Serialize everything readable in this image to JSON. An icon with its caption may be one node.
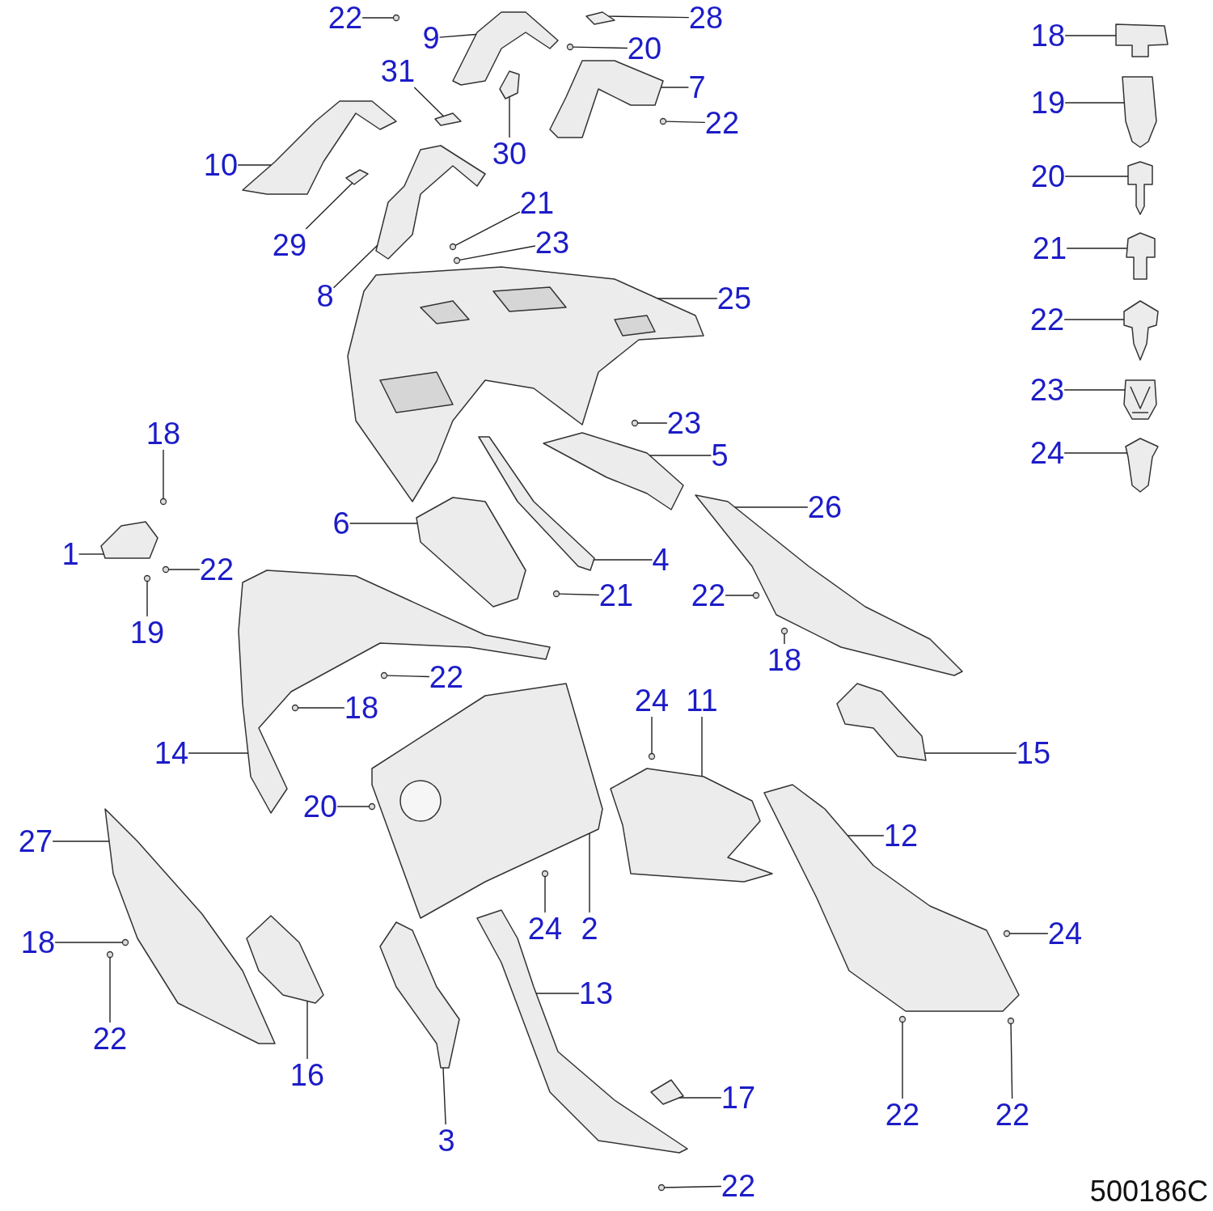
{
  "diagram": {
    "nodes": [
      {
        "text": [
          "22"
        ]
      },
      {
        "text": [
          "9"
        ]
      },
      {
        "text": [
          "28"
        ]
      },
      {
        "text": [
          "20"
        ]
      },
      {
        "text": [
          "31"
        ]
      },
      {
        "text": [
          "7"
        ]
      },
      {
        "text": [
          "22"
        ]
      },
      {
        "text": [
          "30"
        ]
      },
      {
        "text": [
          "10"
        ]
      },
      {
        "text": [
          "29"
        ]
      },
      {
        "text": [
          "21"
        ]
      },
      {
        "text": [
          "23"
        ]
      },
      {
        "text": [
          "8"
        ]
      },
      {
        "text": [
          "25"
        ]
      },
      {
        "text": [
          "23"
        ]
      },
      {
        "text": [
          "5"
        ]
      },
      {
        "text": [
          "18"
        ]
      },
      {
        "text": [
          "1"
        ]
      },
      {
        "text": [
          "22"
        ]
      },
      {
        "text": [
          "19"
        ]
      },
      {
        "text": [
          "6"
        ]
      },
      {
        "text": [
          "4"
        ]
      },
      {
        "text": [
          "21"
        ]
      },
      {
        "text": [
          "26"
        ]
      },
      {
        "text": [
          "22"
        ]
      },
      {
        "text": [
          "18"
        ]
      },
      {
        "text": [
          "22"
        ]
      },
      {
        "text": [
          "18"
        ]
      },
      {
        "text": [
          "14"
        ]
      },
      {
        "text": [
          "24"
        ]
      },
      {
        "text": [
          "11"
        ]
      },
      {
        "text": [
          "15"
        ]
      },
      {
        "text": [
          "20"
        ]
      },
      {
        "text": [
          "27"
        ]
      },
      {
        "text": [
          "12"
        ]
      },
      {
        "text": [
          "24"
        ]
      },
      {
        "text": [
          "2"
        ]
      },
      {
        "text": [
          "24"
        ]
      },
      {
        "text": [
          "18"
        ]
      },
      {
        "text": [
          "22"
        ]
      },
      {
        "text": [
          "13"
        ]
      },
      {
        "text": [
          "16"
        ]
      },
      {
        "text": [
          "3"
        ]
      },
      {
        "text": [
          "17"
        ]
      },
      {
        "text": [
          "22"
        ]
      },
      {
        "text": [
          "22"
        ]
      },
      {
        "text": [
          "22"
        ]
      },
      {
        "text": [
          "18"
        ]
      },
      {
        "text": [
          "19"
        ]
      },
      {
        "text": [
          "20"
        ]
      },
      {
        "text": [
          "21"
        ]
      },
      {
        "text": [
          "22"
        ]
      },
      {
        "text": [
          "23"
        ]
      },
      {
        "text": [
          "24"
        ]
      },
      {
        "text": [],
        "shape": "circle"
      },
      {
        "text": [],
        "shape": "picture"
      },
      {
        "text": [],
        "shape": "picture"
      },
      {
        "text": [],
        "shape": "circle"
      },
      {
        "text": [],
        "shape": "picture"
      },
      {
        "text": [],
        "shape": "picture"
      },
      {
        "text": [],
        "shape": "circle"
      },
      {
        "text": [],
        "shape": "picture"
      },
      {
        "text": [],
        "shape": "picture"
      },
      {
        "text": [],
        "shape": "picture"
      },
      {
        "text": [],
        "shape": "circle"
      },
      {
        "text": [],
        "shape": "circle"
      },
      {
        "text": [],
        "shape": "picture"
      },
      {
        "text": [],
        "shape": "picture"
      },
      {
        "text": [],
        "shape": "circle"
      },
      {
        "text": [],
        "shape": "picture"
      },
      {
        "text": [],
        "shape": "circle"
      },
      {
        "text": [],
        "shape": "picture"
      },
      {
        "text": [],
        "shape": "circle"
      },
      {
        "text": [],
        "shape": "circle"
      },
      {
        "text": [],
        "shape": "picture"
      },
      {
        "text": [],
        "shape": "picture"
      },
      {
        "text": [],
        "shape": "circle"
      },
      {
        "text": [],
        "shape": "picture"
      },
      {
        "text": [],
        "shape": "circle"
      },
      {
        "text": [],
        "shape": "circle"
      },
      {
        "text": [],
        "shape": "circle"
      },
      {
        "text": [],
        "shape": "circle"
      },
      {
        "text": [],
        "shape": "picture"
      },
      {
        "text": [],
        "shape": "circle"
      },
      {
        "text": [],
        "shape": "picture"
      },
      {
        "text": [],
        "shape": "picture"
      },
      {
        "text": [],
        "shape": "circle"
      },
      {
        "text": [],
        "shape": "picture"
      },
      {
        "text": [],
        "shape": "picture"
      },
      {
        "text": [],
        "shape": "circle"
      },
      {
        "text": [],
        "shape": "picture"
      },
      {
        "text": [],
        "shape": "circle"
      },
      {
        "text": [],
        "shape": "circle"
      },
      {
        "text": [],
        "shape": "circle"
      },
      {
        "text": [],
        "shape": "picture"
      },
      {
        "text": [],
        "shape": "picture"
      },
      {
        "text": [],
        "shape": "picture"
      },
      {
        "text": [],
        "shape": "picture"
      },
      {
        "text": [],
        "shape": "circle"
      },
      {
        "text": [],
        "shape": "circle"
      },
      {
        "text": [],
        "shape": "circle"
      },
      {
        "text": [],
        "shape": "picture"
      },
      {
        "text": [],
        "shape": "picture"
      },
      {
        "text": [],
        "shape": "picture"
      },
      {
        "text": [],
        "shape": "picture"
      },
      {
        "text": [],
        "shape": "picture"
      },
      {
        "text": [],
        "shape": "picture"
      },
      {
        "text": [],
        "shape": "picture"
      }
    ],
    "edges": [
      {
        "from": 0,
        "to": 54,
        "arrow": "none"
      },
      {
        "from": 1,
        "to": 55,
        "arrow": "none"
      },
      {
        "from": 2,
        "to": 56,
        "arrow": "none"
      },
      {
        "from": 3,
        "to": 57,
        "arrow": "none"
      },
      {
        "from": 4,
        "to": 58,
        "arrow": "none"
      },
      {
        "from": 5,
        "to": 59,
        "arrow": "none"
      },
      {
        "from": 6,
        "to": 60,
        "arrow": "none"
      },
      {
        "from": 7,
        "to": 61,
        "arrow": "none"
      },
      {
        "from": 8,
        "to": 62,
        "arrow": "none"
      },
      {
        "from": 9,
        "to": 63,
        "arrow": "none"
      },
      {
        "from": 10,
        "to": 64,
        "arrow": "none"
      },
      {
        "from": 11,
        "to": 65,
        "arrow": "none"
      },
      {
        "from": 12,
        "to": 66,
        "arrow": "none"
      },
      {
        "from": 13,
        "to": 67,
        "arrow": "none"
      },
      {
        "from": 14,
        "to": 68,
        "arrow": "none"
      },
      {
        "from": 15,
        "to": 69,
        "arrow": "none"
      },
      {
        "from": 16,
        "to": 70,
        "arrow": "none"
      },
      {
        "from": 17,
        "to": 71,
        "arrow": "none"
      },
      {
        "from": 18,
        "to": 72,
        "arrow": "none"
      },
      {
        "from": 19,
        "to": 73,
        "arrow": "none"
      },
      {
        "from": 20,
        "to": 74,
        "arrow": "none"
      },
      {
        "from": 21,
        "to": 75,
        "arrow": "none"
      },
      {
        "from": 22,
        "to": 76,
        "arrow": "none"
      },
      {
        "from": 23,
        "to": 77,
        "arrow": "none"
      },
      {
        "from": 24,
        "to": 78,
        "arrow": "none"
      },
      {
        "from": 25,
        "to": 79,
        "arrow": "none"
      },
      {
        "from": 26,
        "to": 80,
        "arrow": "none"
      },
      {
        "from": 27,
        "to": 81,
        "arrow": "none"
      },
      {
        "from": 28,
        "to": 82,
        "arrow": "none"
      },
      {
        "from": 29,
        "to": 83,
        "arrow": "none"
      },
      {
        "from": 30,
        "to": 84,
        "arrow": "none"
      },
      {
        "from": 31,
        "to": 85,
        "arrow": "none"
      },
      {
        "from": 32,
        "to": 86,
        "arrow": "none"
      },
      {
        "from": 33,
        "to": 87,
        "arrow": "none"
      },
      {
        "from": 34,
        "to": 88,
        "arrow": "none"
      },
      {
        "from": 35,
        "to": 89,
        "arrow": "none"
      },
      {
        "from": 36,
        "to": 90,
        "arrow": "none"
      },
      {
        "from": 37,
        "to": 91,
        "arrow": "none"
      },
      {
        "from": 38,
        "to": 92,
        "arrow": "none"
      },
      {
        "from": 39,
        "to": 93,
        "arrow": "none"
      },
      {
        "from": 40,
        "to": 94,
        "arrow": "none"
      },
      {
        "from": 41,
        "to": 95,
        "arrow": "none"
      },
      {
        "from": 42,
        "to": 96,
        "arrow": "none"
      },
      {
        "from": 43,
        "to": 97,
        "arrow": "none"
      },
      {
        "from": 44,
        "to": 98,
        "arrow": "none"
      },
      {
        "from": 45,
        "to": 99,
        "arrow": "none"
      },
      {
        "from": 46,
        "to": 100,
        "arrow": "none"
      },
      {
        "from": 47,
        "to": 101,
        "arrow": "none"
      },
      {
        "from": 48,
        "to": 102,
        "arrow": "none"
      },
      {
        "from": 49,
        "to": 103,
        "arrow": "none"
      },
      {
        "from": 50,
        "to": 104,
        "arrow": "none"
      },
      {
        "from": 51,
        "to": 105,
        "arrow": "none"
      },
      {
        "from": 52,
        "to": 106,
        "arrow": "none"
      },
      {
        "from": 53,
        "to": 107,
        "arrow": "none"
      }
    ],
    "labels": [
      "500186C"
    ]
  }
}
